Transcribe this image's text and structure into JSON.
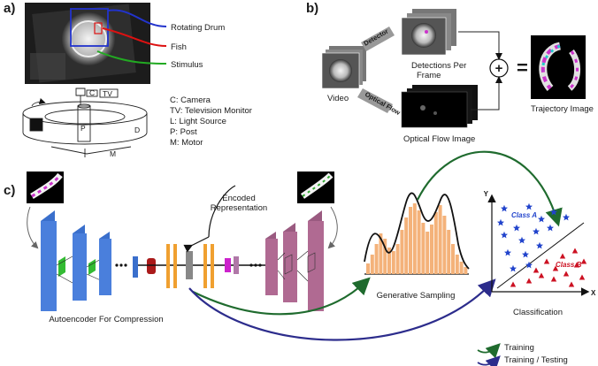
{
  "panels": {
    "a": "a)",
    "b": "b)",
    "c": "c)"
  },
  "panel_a": {
    "callouts": [
      "Rotating Drum",
      "Fish",
      "Stimulus"
    ],
    "device_labels": {
      "camera": "C",
      "tv": "TV",
      "post": "P",
      "drum": "D",
      "motor": "M"
    },
    "legend": [
      "C: Camera",
      "TV: Television Monitor",
      "L: Light Source",
      "P: Post",
      "M: Motor"
    ],
    "colors": {
      "drum": "#2233cc",
      "fish": "#dd1111",
      "stimulus": "#22aa22"
    }
  },
  "panel_b": {
    "video": "Video",
    "detector": "Detector",
    "optical_flow_arrow": "Optical Flow",
    "detections": [
      "Detections Per",
      "Frame"
    ],
    "optical_flow_image": "Optical Flow Image",
    "trajectory_image": "Trajectory Image",
    "plus": "+",
    "equals": "="
  },
  "panel_c": {
    "encoded": [
      "Encoded",
      "Representation"
    ],
    "autoencoder": "Autoencoder For Compression",
    "generative": "Generative Sampling",
    "classification": "Classification",
    "axis_x": "X",
    "axis_y": "Y",
    "class_a": "Class A",
    "class_b": "Class B",
    "legend": [
      "Training",
      "Training / Testing"
    ],
    "colors": {
      "training": "#1f6b2e",
      "testing": "#2c2c8c",
      "class_a": "#2244cc",
      "class_b": "#cc1122",
      "histogram": "#f4b27a"
    }
  }
}
